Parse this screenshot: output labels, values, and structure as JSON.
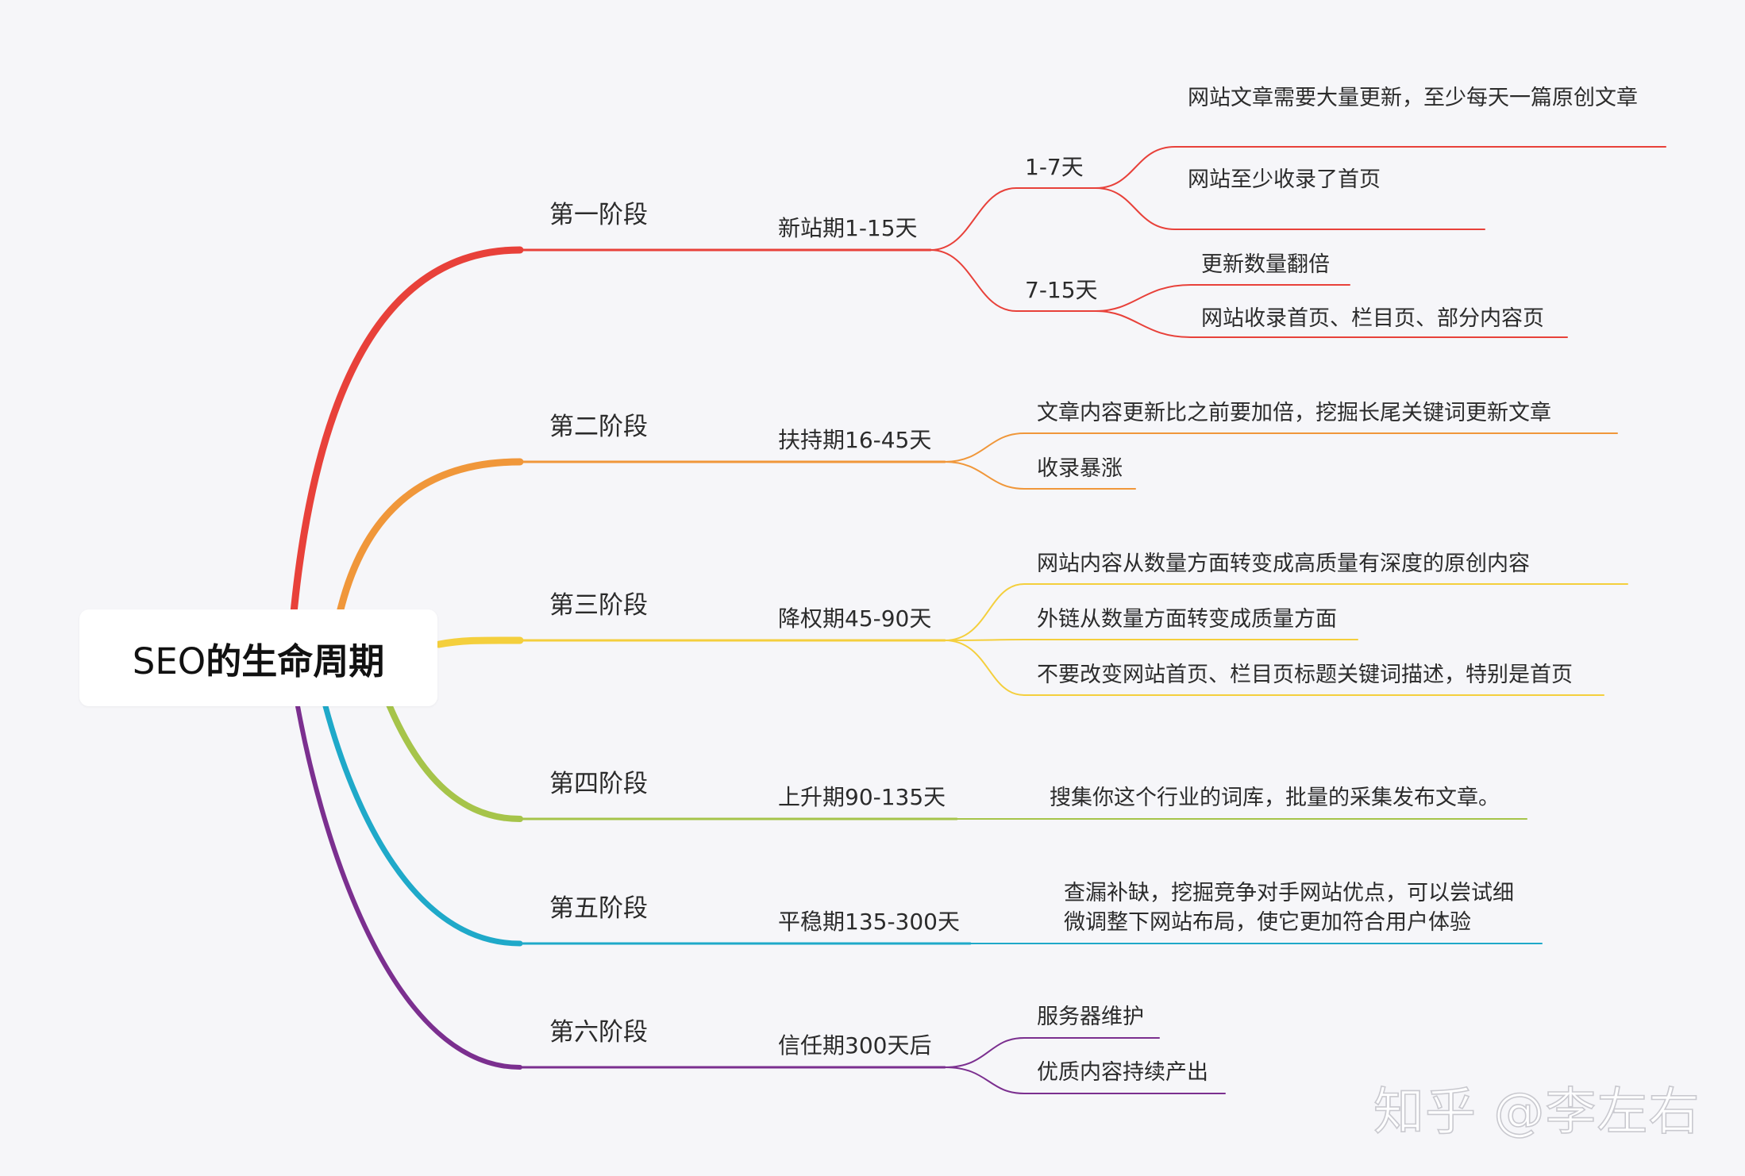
{
  "root": {
    "title_prefix": "SEO",
    "title_main": "的生命周期"
  },
  "watermark": "知乎 @李左右",
  "branches": [
    {
      "color": "#e8413a",
      "stage": "第一阶段",
      "period": "新站期1-15天",
      "children": [
        {
          "label": "1-7天",
          "children": [
            {
              "label": "网站文章需要大量更新，至少每天一篇原创文章"
            },
            {
              "label": "网站至少收录了首页"
            }
          ]
        },
        {
          "label": "7-15天",
          "children": [
            {
              "label": "更新数量翻倍"
            },
            {
              "label": "网站收录首页、栏目页、部分内容页"
            }
          ]
        }
      ]
    },
    {
      "color": "#f0973a",
      "stage": "第二阶段",
      "period": "扶持期16-45天",
      "children": [
        {
          "label": "文章内容更新比之前要加倍，挖掘长尾关键词更新文章"
        },
        {
          "label": "收录暴涨"
        }
      ]
    },
    {
      "color": "#f4cf3d",
      "stage": "第三阶段",
      "period": "降权期45-90天",
      "children": [
        {
          "label": "网站内容从数量方面转变成高质量有深度的原创内容"
        },
        {
          "label": "外链从数量方面转变成质量方面"
        },
        {
          "label": "不要改变网站首页、栏目页标题关键词描述，特别是首页"
        }
      ]
    },
    {
      "color": "#a6c44a",
      "stage": "第四阶段",
      "period": "上升期90-135天",
      "children": [
        {
          "label": "搜集你这个行业的词库，批量的采集发布文章。"
        }
      ]
    },
    {
      "color": "#1fa9c9",
      "stage": "第五阶段",
      "period": "平稳期135-300天",
      "children": [
        {
          "label": "查漏补缺，挖掘竞争对手网站优点，可以尝试细",
          "label2": "微调整下网站布局，使它更加符合用户体验"
        }
      ]
    },
    {
      "color": "#7b2f8f",
      "stage": "第六阶段",
      "period": "信任期300天后",
      "children": [
        {
          "label": "服务器维护"
        },
        {
          "label": "优质内容持续产出"
        }
      ]
    }
  ]
}
